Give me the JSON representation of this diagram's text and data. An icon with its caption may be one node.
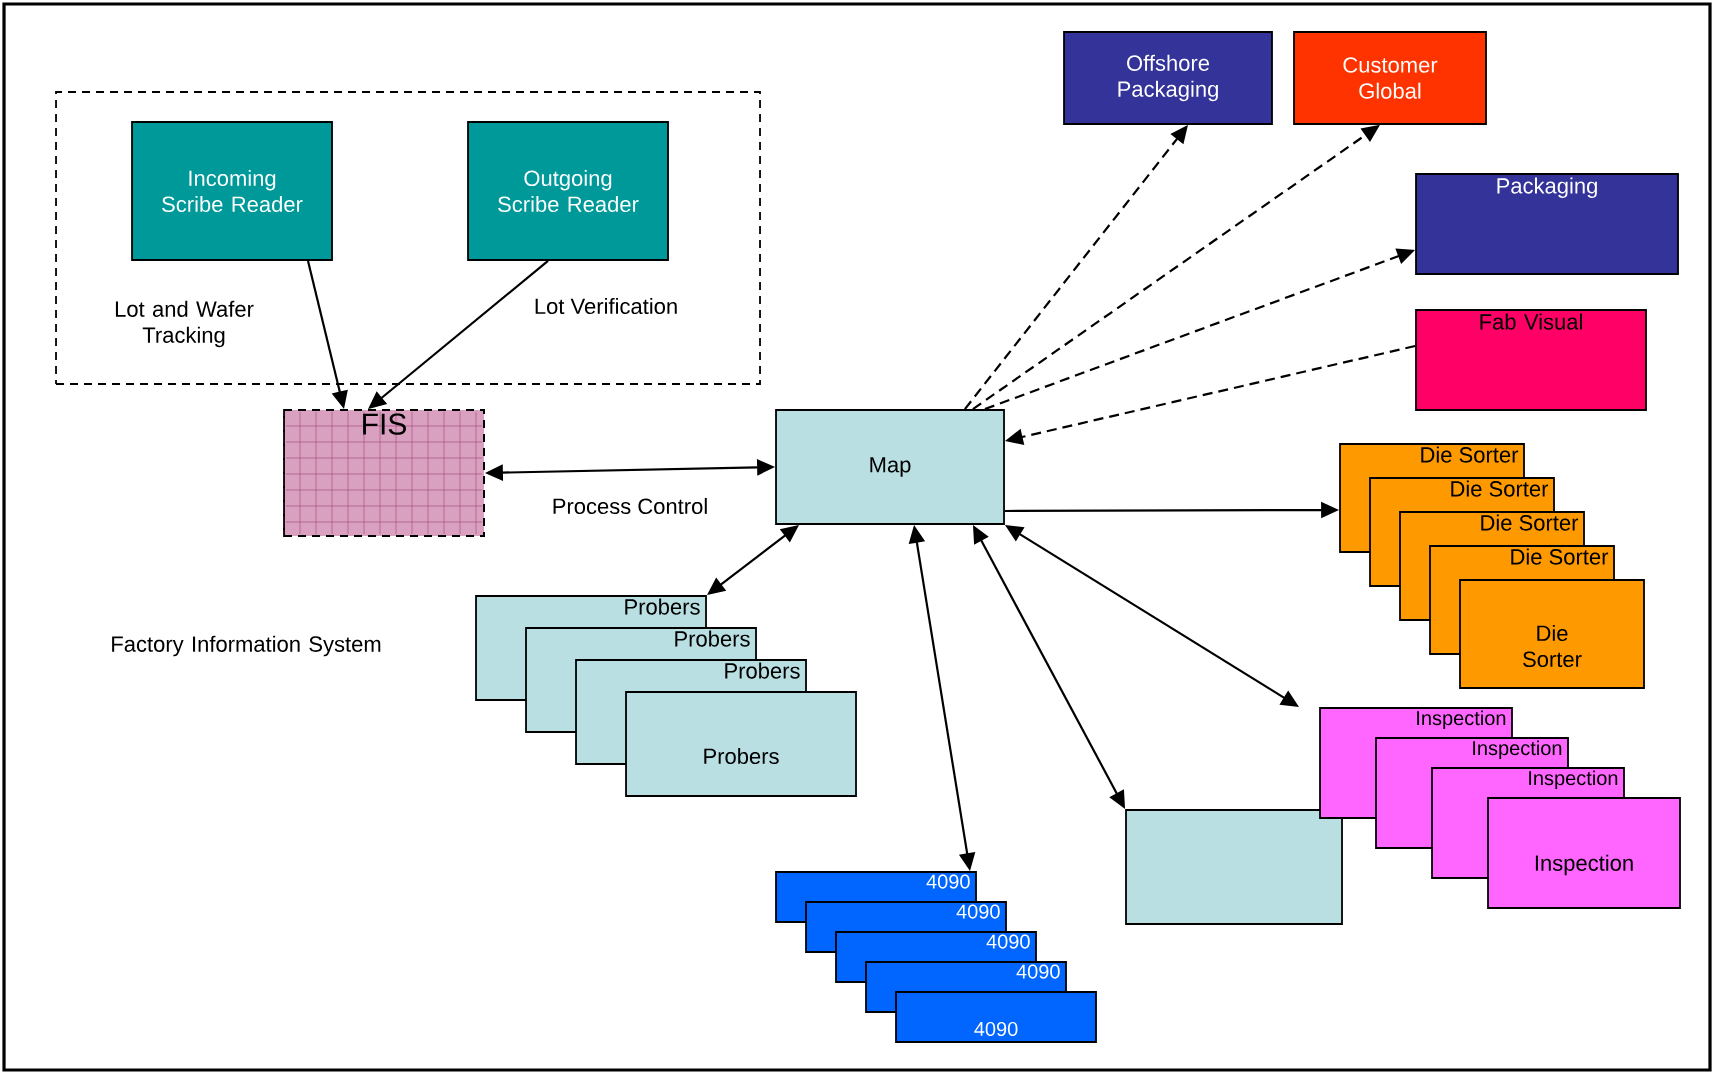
{
  "diagram": {
    "nodes": [
      {
        "text": [],
        "shape": "box"
      },
      {
        "text": [
          "Incoming Scribe Reader"
        ],
        "in": 0
      },
      {
        "text": [
          "Outgoing Scribe Reader"
        ],
        "in": 0
      },
      {
        "text": [
          "FIS"
        ]
      },
      {
        "text": [
          "Map"
        ]
      },
      {
        "text": [
          "Offshore Packaging"
        ]
      },
      {
        "text": [
          "Customer Global"
        ]
      },
      {
        "text": [
          "Packaging"
        ]
      },
      {
        "text": [
          "Fab Visual"
        ]
      },
      {
        "text": [
          "Die Sorter"
        ]
      },
      {
        "text": [
          "Die Sorter"
        ]
      },
      {
        "text": [
          "Die Sorter"
        ]
      },
      {
        "text": [
          "Die Sorter"
        ]
      },
      {
        "text": [
          "Die Sorter"
        ]
      },
      {
        "text": [
          "Probers"
        ]
      },
      {
        "text": [
          "Probers"
        ]
      },
      {
        "text": [
          "Probers"
        ]
      },
      {
        "text": [
          "Probers"
        ]
      },
      {
        "text": [
          "4090"
        ]
      },
      {
        "text": [
          "4090"
        ]
      },
      {
        "text": [
          "4090"
        ]
      },
      {
        "text": [
          "4090"
        ]
      },
      {
        "text": [
          "4090"
        ]
      },
      {
        "text": [],
        "shape": "box"
      },
      {
        "text": [
          "Inspection"
        ]
      },
      {
        "text": [
          "Inspection"
        ]
      },
      {
        "text": [
          "Inspection"
        ]
      },
      {
        "text": [
          "Inspection"
        ]
      }
    ],
    "edges": [
      {
        "from": 1,
        "to": 3,
        "arrow": "to",
        "label": "Lot and Wafer Tracking"
      },
      {
        "from": 2,
        "to": 3,
        "arrow": "to",
        "label": "Lot Verification"
      },
      {
        "from": 3,
        "to": 4,
        "arrow": "both",
        "label": "Process Control"
      },
      {
        "from": 4,
        "to": 5,
        "arrow": "to",
        "style": "dashed"
      },
      {
        "from": 4,
        "to": 6,
        "arrow": "to",
        "style": "dashed"
      },
      {
        "from": 4,
        "to": 7,
        "arrow": "to",
        "style": "dashed"
      },
      {
        "from": 8,
        "to": 4,
        "arrow": "to",
        "style": "dashed"
      },
      {
        "from": 4,
        "to": 9,
        "arrow": "to"
      },
      {
        "from": 4,
        "to": 14,
        "arrow": "both"
      },
      {
        "from": 4,
        "to": 18,
        "arrow": "both"
      },
      {
        "from": 4,
        "to": 23,
        "arrow": "both"
      },
      {
        "from": 4,
        "to": 24,
        "arrow": "both"
      }
    ],
    "labels": [
      "Factory Information System"
    ]
  }
}
